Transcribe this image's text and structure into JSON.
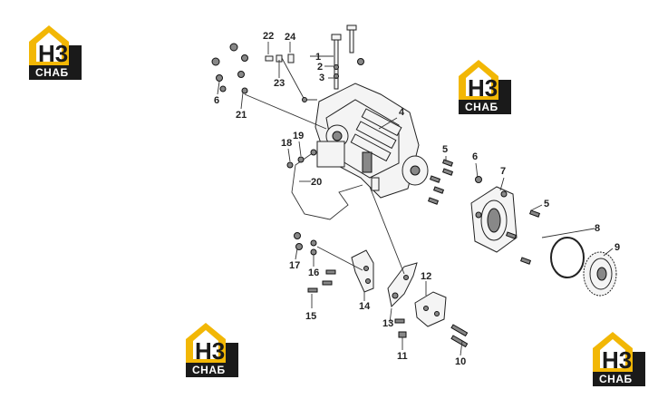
{
  "logo": {
    "mark": "H3",
    "text": "СНАБ",
    "accent": "#f2b705",
    "dark": "#1a1a1a"
  },
  "callouts": {
    "c1": "1",
    "c2": "2",
    "c3": "3",
    "c4": "4",
    "c5a": "5",
    "c5b": "5",
    "c6a": "6",
    "c6b": "6",
    "c7": "7",
    "c8": "8",
    "c9": "9",
    "c10": "10",
    "c11": "11",
    "c12": "12",
    "c13": "13",
    "c14": "14",
    "c15": "15",
    "c16": "16",
    "c17": "17",
    "c18": "18",
    "c19": "19",
    "c20": "20",
    "c21": "21",
    "c22": "22",
    "c23": "23",
    "c24": "24"
  }
}
